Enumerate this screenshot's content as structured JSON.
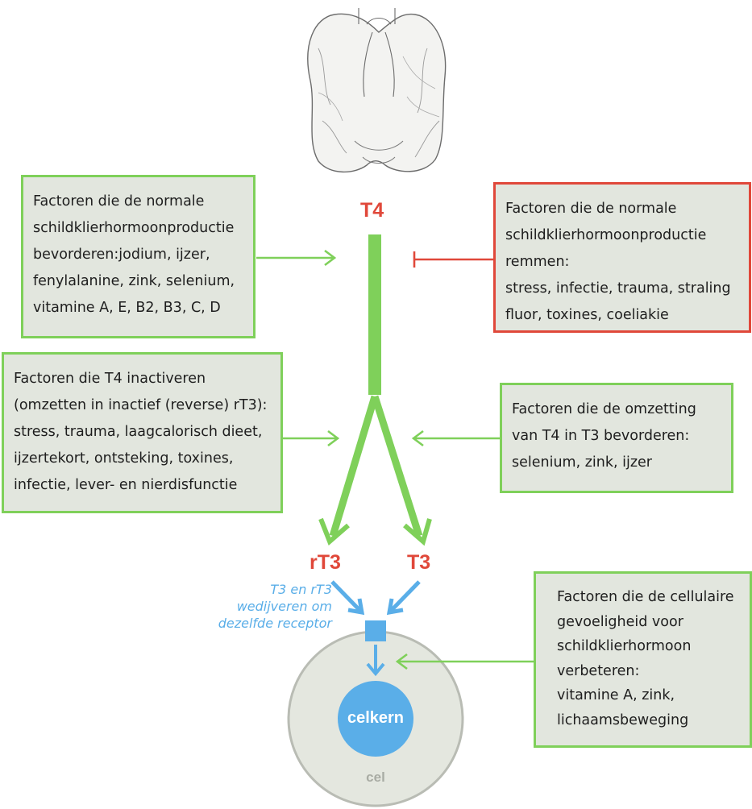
{
  "hormones": {
    "t4": "T4",
    "rt3": "rT3",
    "t3": "T3"
  },
  "boxes": {
    "promote_production": {
      "lines": [
        "Factoren die de normale",
        "schildklierhormoonproductie",
        "bevorderen:jodium, ijzer,",
        "fenylalanine, zink, selenium,",
        "vitamine A, E, B2, B3, C, D"
      ]
    },
    "inhibit_production": {
      "lines": [
        "Factoren die de normale",
        "schildklierhormoonproductie",
        "remmen:",
        "stress, infectie, trauma, straling",
        "fluor, toxines, coeliakie"
      ]
    },
    "inactivate_t4": {
      "lines": [
        "Factoren die T4 inactiveren",
        "(omzetten in inactief (reverse) rT3):",
        "stress, trauma, laagcalorisch dieet,",
        "ijzertekort, ontsteking, toxines,",
        "infectie, lever- en nierdisfunctie"
      ]
    },
    "promote_conversion": {
      "lines": [
        "Factoren die de omzetting",
        "van T4 in T3 bevorderen:",
        "selenium, zink, ijzer"
      ]
    },
    "cell_sensitivity": {
      "lines": [
        "Factoren die de cellulaire",
        "gevoeligheid voor",
        "schildklierhormoon",
        "verbeteren:",
        "vitamine A, zink,",
        "lichaamsbeweging"
      ]
    }
  },
  "receptor_note": {
    "lines": [
      "T3 en rT3",
      "wedijveren om",
      "dezelfde receptor"
    ]
  },
  "cell": {
    "nucleus_label": "celkern",
    "cell_label": "cel"
  },
  "colors": {
    "green": "#7fd05a",
    "red": "#e0483a",
    "blue": "#5aaee8",
    "box_fill": "#e2e6de",
    "cell_fill": "#e4e7df",
    "cell_border": "#b9bcb4"
  }
}
